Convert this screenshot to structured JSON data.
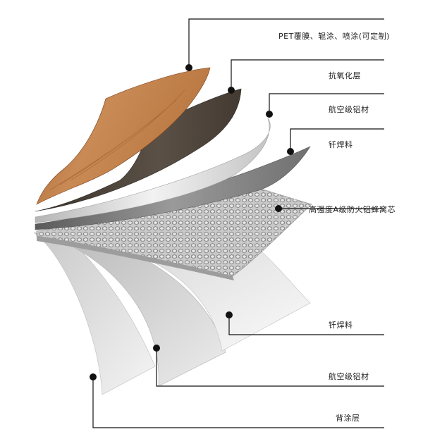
{
  "labels": {
    "pet_coating": "PET覆膜、辊涂、喷涂(可定制)",
    "anti_oxidation": "抗氧化层",
    "aviation_aluminum_top": "航空级铝材",
    "solder_top": "钎焊料",
    "honeycomb_core": "高强度A级防火铝蜂窝芯",
    "solder_bottom": "钎焊料",
    "aviation_aluminum_bottom": "航空级铝材",
    "back_coating": "背涂层"
  },
  "colors": {
    "wood_light": "#c98a55",
    "wood_dark": "#8a4e26",
    "oxidation": "#4a4238",
    "aluminum_top": "#d9d9d9",
    "solder": "#6b6b6b",
    "honeycomb": "#bdbdbd",
    "sheet_light": "#ededed",
    "sheet_mid": "#cfcfcf",
    "leader": "#111111"
  }
}
